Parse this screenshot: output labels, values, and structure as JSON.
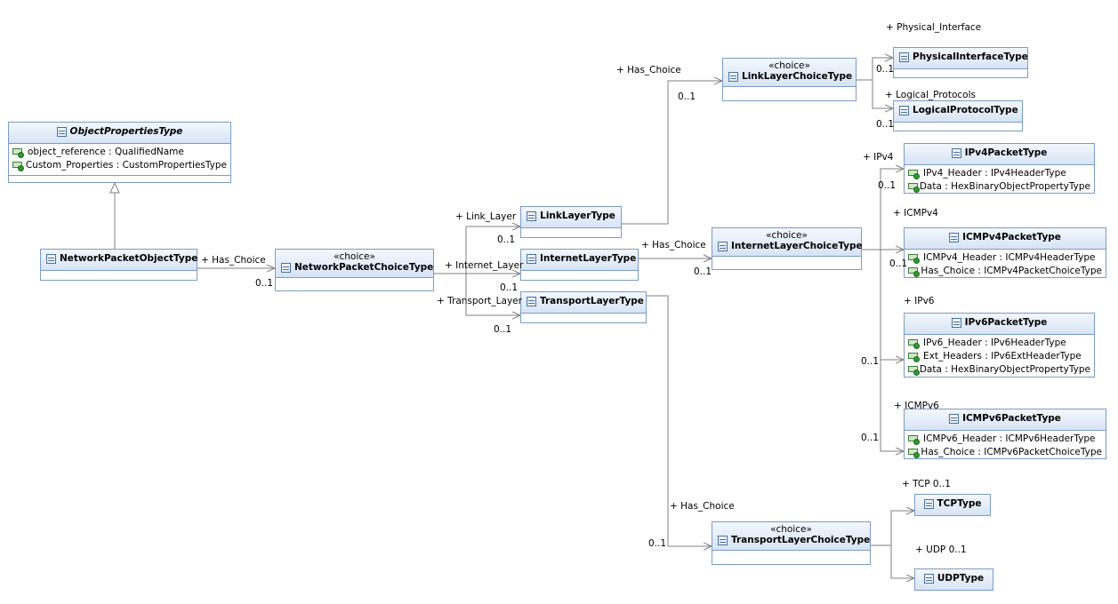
{
  "classes": {
    "object_properties": {
      "name": "ObjectPropertiesType",
      "attributes": [
        "object_reference : QualifiedName",
        "Custom_Properties : CustomPropertiesType"
      ]
    },
    "network_packet_object": {
      "name": "NetworkPacketObjectType"
    },
    "network_packet_choice": {
      "stereotype": "«choice»",
      "name": "NetworkPacketChoiceType"
    },
    "link_layer": {
      "name": "LinkLayerType"
    },
    "internet_layer": {
      "name": "InternetLayerType"
    },
    "transport_layer": {
      "name": "TransportLayerType"
    },
    "link_layer_choice": {
      "stereotype": "«choice»",
      "name": "LinkLayerChoiceType"
    },
    "internet_layer_choice": {
      "stereotype": "«choice»",
      "name": "InternetLayerChoiceType"
    },
    "transport_layer_choice": {
      "stereotype": "«choice»",
      "name": "TransportLayerChoiceType"
    },
    "physical_interface": {
      "name": "PhysicalInterfaceType"
    },
    "logical_protocol": {
      "name": "LogicalProtocolType"
    },
    "ipv4_packet": {
      "name": "IPv4PacketType",
      "attributes": [
        "IPv4_Header : IPv4HeaderType",
        "Data : HexBinaryObjectPropertyType"
      ]
    },
    "icmpv4_packet": {
      "name": "ICMPv4PacketType",
      "attributes": [
        "ICMPv4_Header : ICMPv4HeaderType",
        "Has_Choice : ICMPv4PacketChoiceType"
      ]
    },
    "ipv6_packet": {
      "name": "IPv6PacketType",
      "attributes": [
        "IPv6_Header : IPv6HeaderType",
        "Ext_Headers : IPv6ExtHeaderType",
        "Data : HexBinaryObjectPropertyType"
      ]
    },
    "icmpv6_packet": {
      "name": "ICMPv6PacketType",
      "attributes": [
        "ICMPv6_Header : ICMPv6HeaderType",
        "Has_Choice : ICMPv6PacketChoiceType"
      ]
    },
    "tcp": {
      "name": "TCPType"
    },
    "udp": {
      "name": "UDPType"
    }
  },
  "labels": {
    "npo_has_choice": "+ Has_Choice",
    "npo_mult": "0..1",
    "link_layer_role": "+ Link_Layer",
    "link_layer_mult": "0..1",
    "internet_layer_role": "+ Internet_Layer",
    "internet_layer_mult": "0..1",
    "transport_layer_role": "+ Transport_Layer",
    "transport_layer_mult": "0..1",
    "ll_has_choice": "+ Has_Choice",
    "ll_mult": "0..1",
    "il_has_choice": "+ Has_Choice",
    "il_mult": "0..1",
    "tl_has_choice": "+ Has_Choice",
    "tl_mult": "0..1",
    "physical_interface_role": "+ Physical_Interface",
    "physical_interface_mult": "0..1",
    "logical_protocols_role": "+ Logical_Protocols",
    "logical_protocols_mult": "0..1",
    "ipv4_role": "+ IPv4",
    "ipv4_mult": "0..1",
    "icmpv4_role": "+ ICMPv4",
    "icmpv4_mult": "0..1",
    "ipv6_role": "+ IPv6",
    "ipv6_mult": "0..1",
    "icmpv6_role": "+ ICMPv6",
    "icmpv6_mult": "0..1",
    "tcp_role": "+ TCP  0..1",
    "udp_role": "+ UDP 0..1"
  },
  "colors": {
    "border": "#7a9cc6",
    "line": "#7f7f7f",
    "header_top": "#f3f7fd",
    "header_bottom": "#d7e4f5"
  }
}
